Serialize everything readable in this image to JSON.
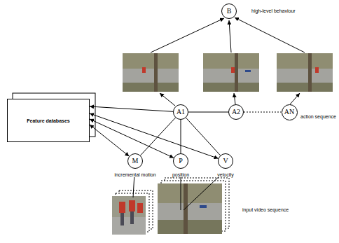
{
  "diagram": {
    "nodes": [
      {
        "text": [
          "B"
        ]
      },
      {
        "text": [
          "A1"
        ]
      },
      {
        "text": [
          "A2"
        ]
      },
      {
        "text": [
          "AN"
        ]
      },
      {
        "text": [
          "Feature databases"
        ]
      },
      {
        "text": [
          "M"
        ]
      },
      {
        "text": [
          "P"
        ]
      },
      {
        "text": [
          "V"
        ]
      }
    ],
    "edges": [
      {
        "from": 1,
        "to": 2,
        "arrow": "none"
      },
      {
        "from": 2,
        "to": 3,
        "arrow": "none"
      },
      {
        "from": 1,
        "to": 5,
        "arrow": "none"
      },
      {
        "from": 1,
        "to": 6,
        "arrow": "none"
      },
      {
        "from": 1,
        "to": 7,
        "arrow": "none"
      },
      {
        "from": 4,
        "to": 5,
        "arrow": "both"
      },
      {
        "from": 4,
        "to": 6,
        "arrow": "both"
      },
      {
        "from": 4,
        "to": 7,
        "arrow": "both"
      },
      {
        "from": 1,
        "to": 4,
        "arrow": "to"
      }
    ],
    "labels": [
      "high-level behaviour",
      "action sequence",
      "incremental motion",
      "position",
      "velocity",
      "input video sequence"
    ]
  }
}
